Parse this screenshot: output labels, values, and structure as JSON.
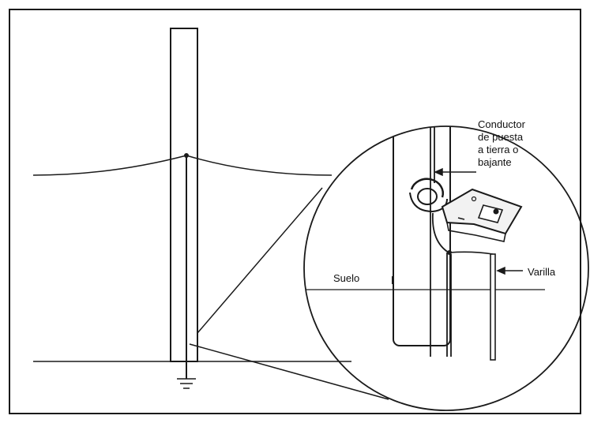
{
  "labels": {
    "conductor_lines": [
      "Conductor",
      "de puesta",
      "a tierra o",
      "bajante"
    ],
    "soil": "Suelo",
    "rod": "Varilla"
  },
  "colors": {
    "stroke": "#1a1a1a",
    "background": "#ffffff",
    "meter_body": "#f2f2f2"
  }
}
